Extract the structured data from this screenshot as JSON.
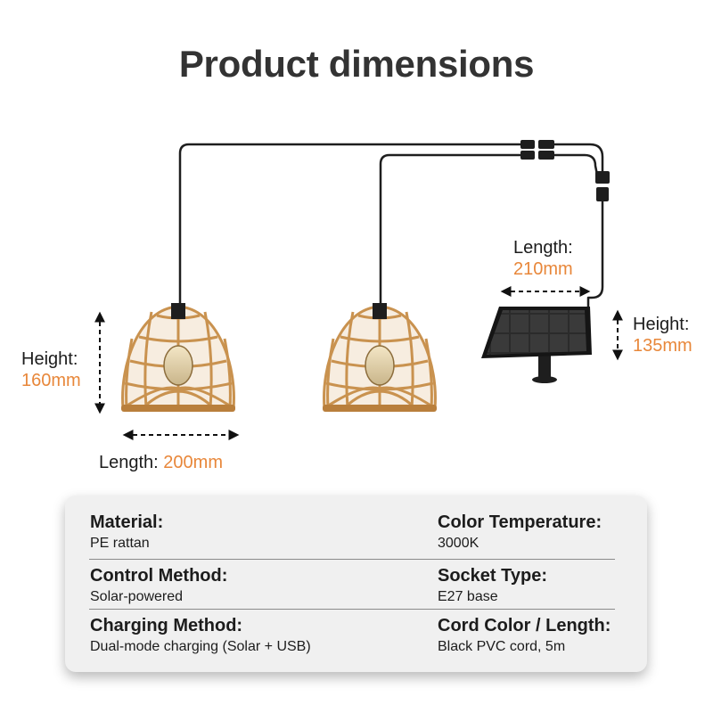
{
  "title": "Product dimensions",
  "dimensions": {
    "lamp_height_label": "Height:",
    "lamp_height_value": "160mm",
    "lamp_length_label": "Length:",
    "lamp_length_value": "200mm",
    "panel_length_label": "Length:",
    "panel_length_value": "210mm",
    "panel_height_label": "Height:",
    "panel_height_value": "135mm"
  },
  "specs": [
    {
      "label": "Material:",
      "value": "PE rattan"
    },
    {
      "label": "Color Temperature:",
      "value": "3000K"
    },
    {
      "label": "Control Method:",
      "value": "Solar-powered"
    },
    {
      "label": "Socket Type:",
      "value": "E27 base"
    },
    {
      "label": "Charging Method:",
      "value": "Dual-mode charging (Solar + USB)"
    },
    {
      "label": "Cord Color / Length:",
      "value": "Black PVC cord, 5m"
    }
  ],
  "colors": {
    "accent": "#e8873a",
    "rattan": "#c9924f",
    "cord": "#1e1e1e",
    "panel_bg": "#f0f0f0"
  }
}
